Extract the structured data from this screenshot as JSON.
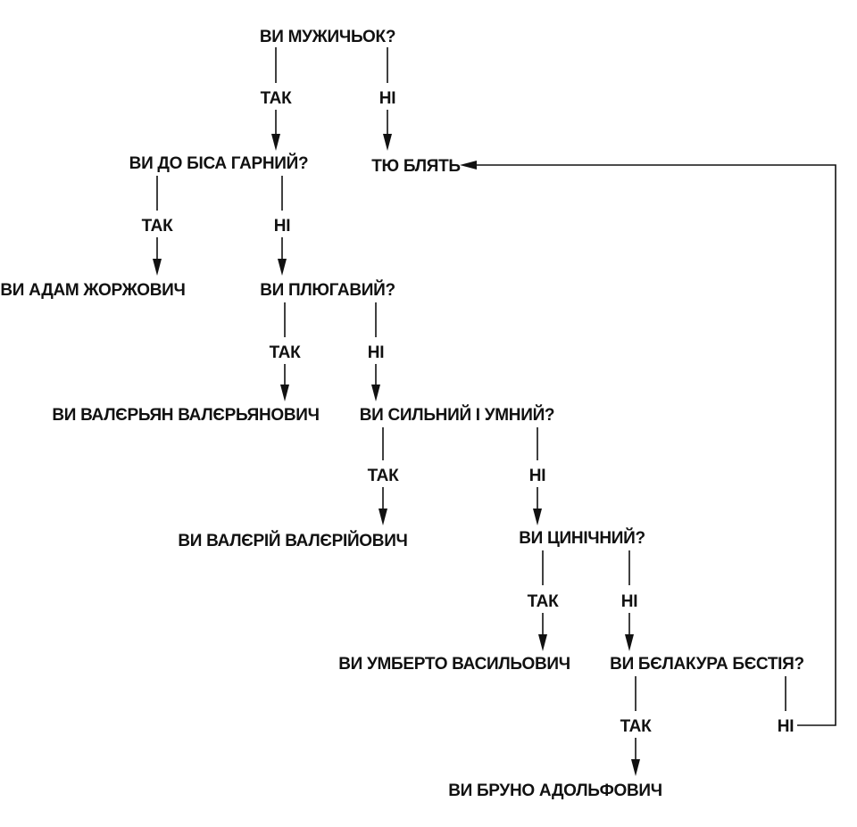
{
  "nodes": {
    "q_muzhychok": "ВИ МУЖИЧЬОК?",
    "r_tiu_bliat": "ТЮ БЛЯТЬ",
    "q_garnyi": "ВИ ДО БІСА ГАРНИЙ?",
    "r_adam": "ВИ АДАМ ЖОРЖОВИЧ",
    "q_pliugavyi": "ВИ ПЛЮГАВИЙ?",
    "r_valerian": "ВИ ВАЛЄРЬЯН ВАЛЄРЬЯНОВИЧ",
    "q_sylnyi": "ВИ СИЛЬНИЙ І УМНИЙ?",
    "r_valerii": "ВИ ВАЛЄРІЙ ВАЛЄРІЙОВИЧ",
    "q_tsynichnyi": "ВИ ЦИНІЧНИЙ?",
    "r_umberto": "ВИ УМБЕРТО ВАСИЛЬОВИЧ",
    "q_belakura": "ВИ БЄЛАКУРА БЄСТІЯ?",
    "r_bruno": "ВИ БРУНО АДОЛЬФОВИЧ"
  },
  "edges": {
    "muzhychok_yes": "ТАК",
    "muzhychok_no": "НІ",
    "garnyi_yes": "ТАК",
    "garnyi_no": "НІ",
    "pliugavyi_yes": "ТАК",
    "pliugavyi_no": "НІ",
    "sylnyi_yes": "ТАК",
    "sylnyi_no": "НІ",
    "tsynichnyi_yes": "ТАК",
    "tsynichnyi_no": "НІ",
    "belakura_yes": "ТАК",
    "belakura_no": "НІ"
  },
  "colors": {
    "ink": "#111111",
    "background": "#ffffff"
  }
}
